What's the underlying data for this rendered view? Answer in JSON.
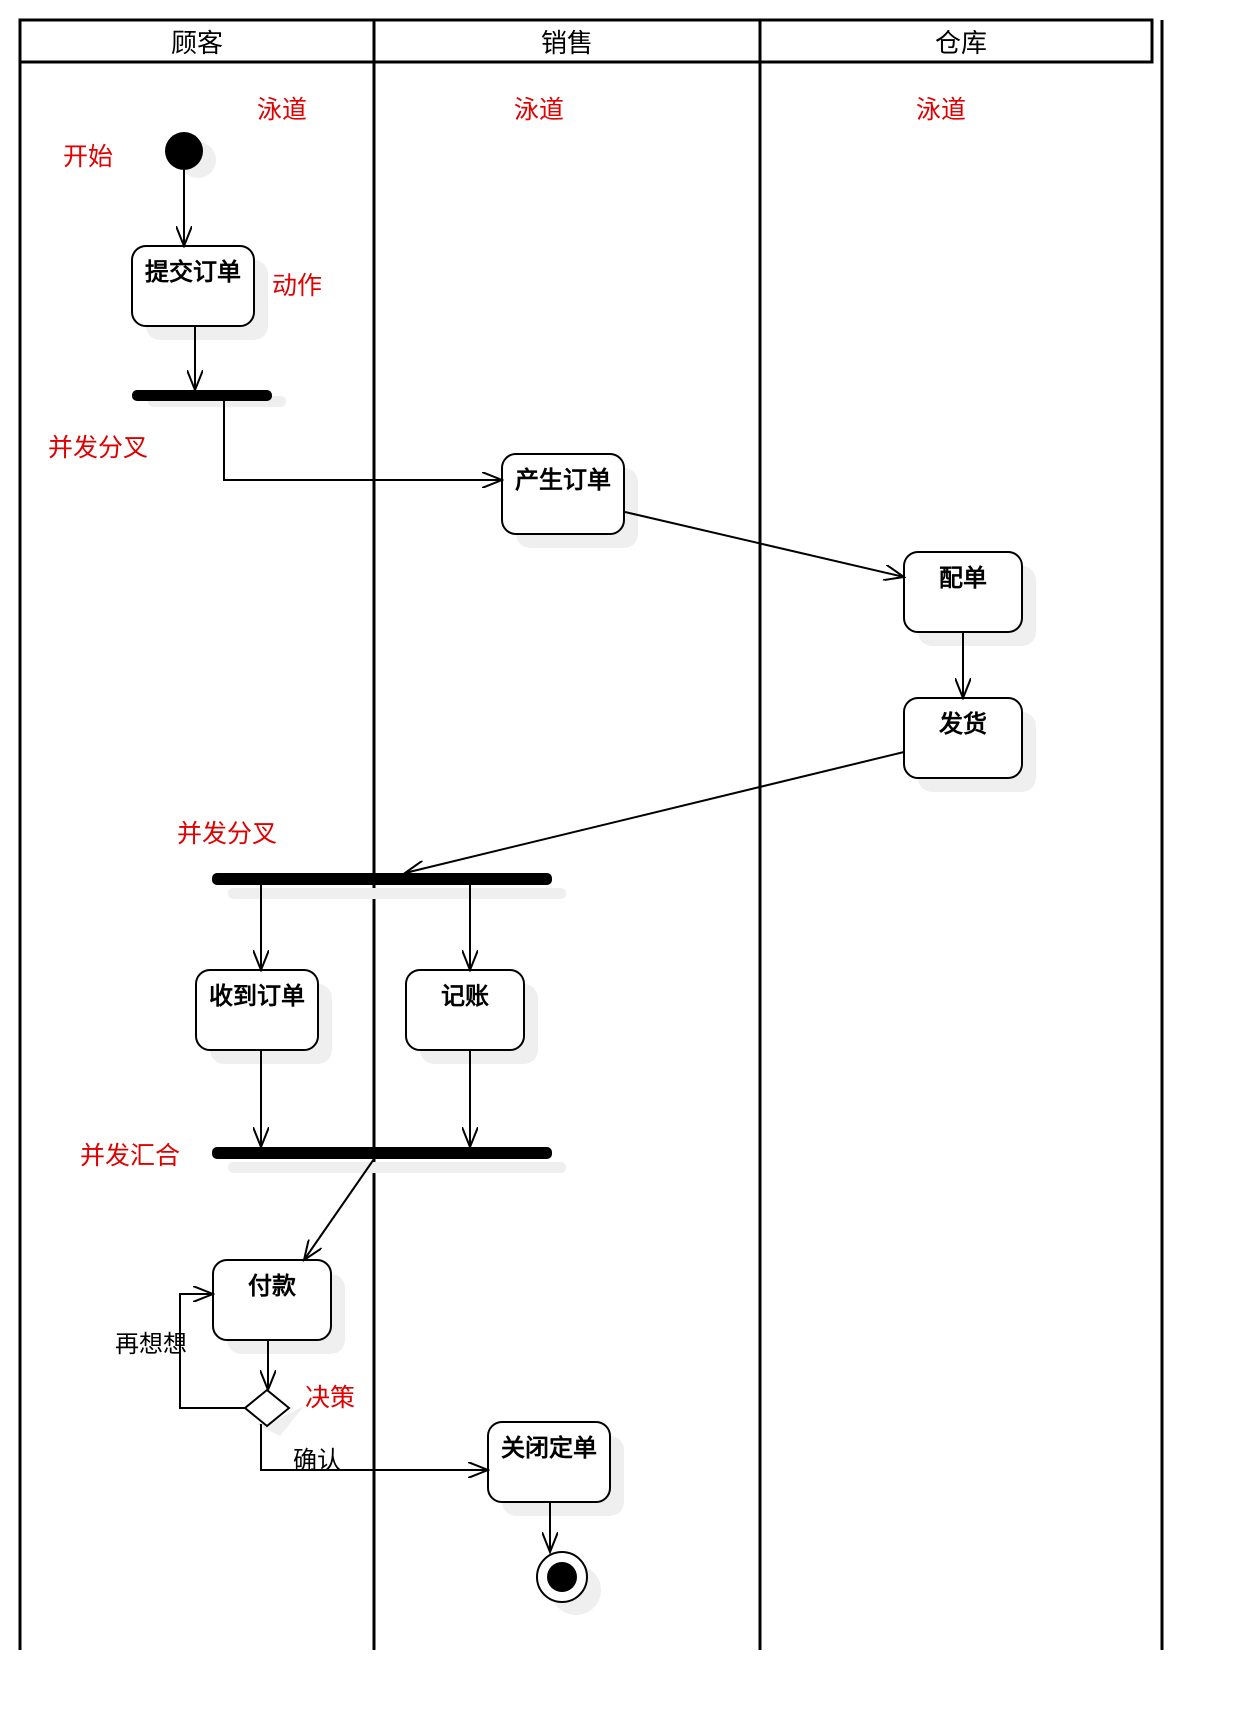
{
  "lanes": [
    {
      "title": "顾客",
      "annotation": "泳道"
    },
    {
      "title": "销售",
      "annotation": "泳道"
    },
    {
      "title": "仓库",
      "annotation": "泳道"
    }
  ],
  "actions": {
    "submit_order": "提交订单",
    "generate_order": "产生订单",
    "allocate": "配单",
    "ship": "发货",
    "receive_order": "收到订单",
    "bookkeeping": "记账",
    "payment": "付款",
    "close_order": "关闭定单"
  },
  "annotations": {
    "start": "开始",
    "action": "动作",
    "fork_1": "并发分叉",
    "fork_2": "并发分叉",
    "join": "并发汇合",
    "decision": "决策"
  },
  "guards": {
    "reconsider": "再想想",
    "confirm": "确认"
  },
  "colors": {
    "annotation": "#e00000",
    "line": "#000000",
    "shadow": "#efefef"
  }
}
